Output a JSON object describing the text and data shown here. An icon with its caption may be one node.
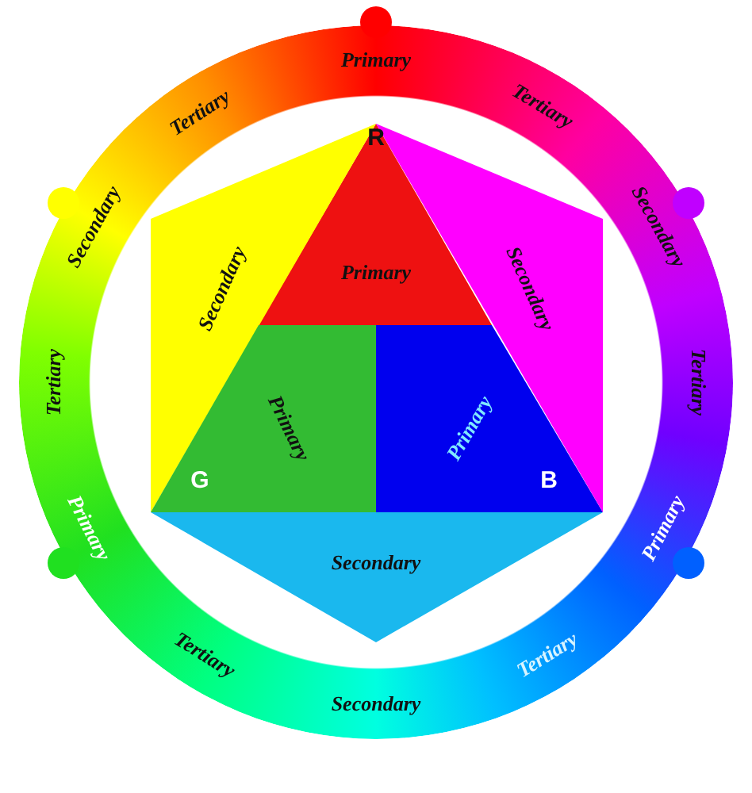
{
  "diagram": {
    "nodes": [
      {
        "text": [
          "Primary"
        ]
      },
      {
        "text": [
          "Secondary"
        ]
      },
      {
        "text": [
          "Primary"
        ]
      },
      {
        "text": [
          "Primary"
        ]
      },
      {
        "text": [
          "Secondary"
        ]
      },
      {
        "text": [
          "Secondary"
        ]
      }
    ],
    "labels": [
      "Primary",
      "Tertiary",
      "Tertiary",
      "R",
      "Secondary",
      "Secondary",
      "Tertiary",
      "Tertiary",
      "G",
      "B",
      "Primary",
      "Primary",
      "Tertiary",
      "Tertiary",
      "Secondary"
    ]
  }
}
